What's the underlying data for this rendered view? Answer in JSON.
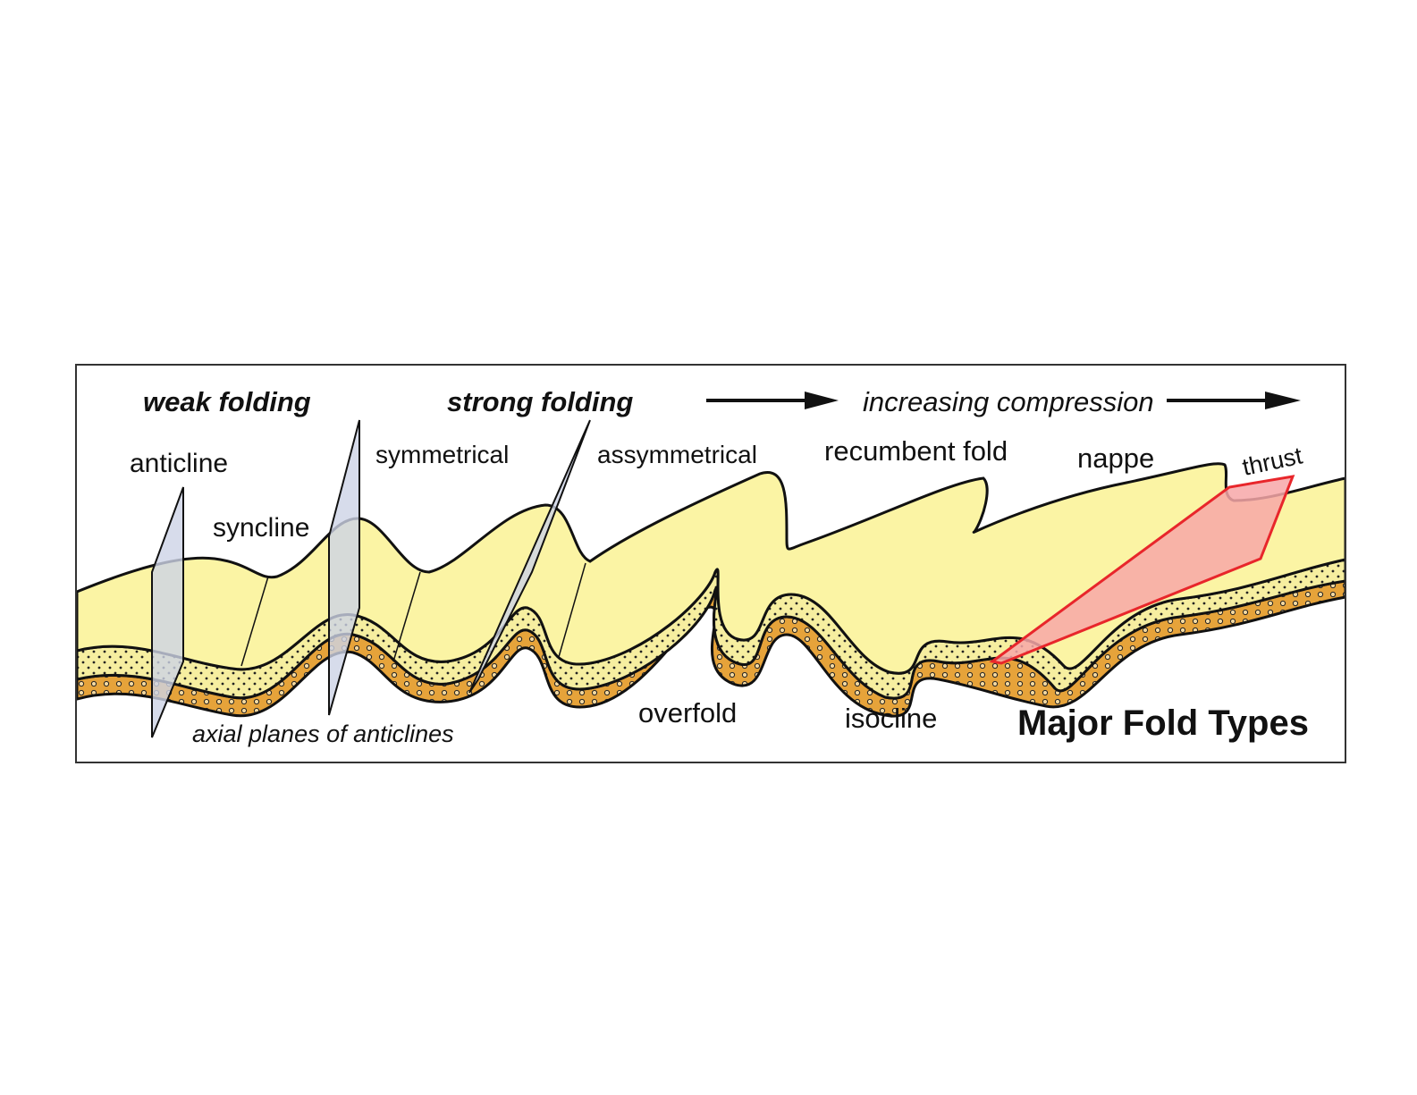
{
  "diagram": {
    "heading_weak": "weak folding",
    "heading_strong": "strong folding",
    "heading_compression": "increasing compression",
    "labels": {
      "anticline": "anticline",
      "syncline": "syncline",
      "symmetrical": "symmetrical",
      "assymmetrical": "assymmetrical",
      "recumbent_fold": "recumbent fold",
      "nappe": "nappe",
      "thrust": "thrust",
      "overfold": "overfold",
      "isocline": "isocline",
      "axial_planes": "axial planes of anticlines"
    },
    "title": "Major Fold Types"
  },
  "colors": {
    "upper_layer": "#fbf4a4",
    "dotted_layer": "#f6eea0",
    "pebble_layer": "#e6a33a",
    "axial_plane": "#cdd3e6",
    "thrust_plane": "#f7a7a8",
    "thrust_edge": "#e8262b",
    "outline": "#111111"
  }
}
